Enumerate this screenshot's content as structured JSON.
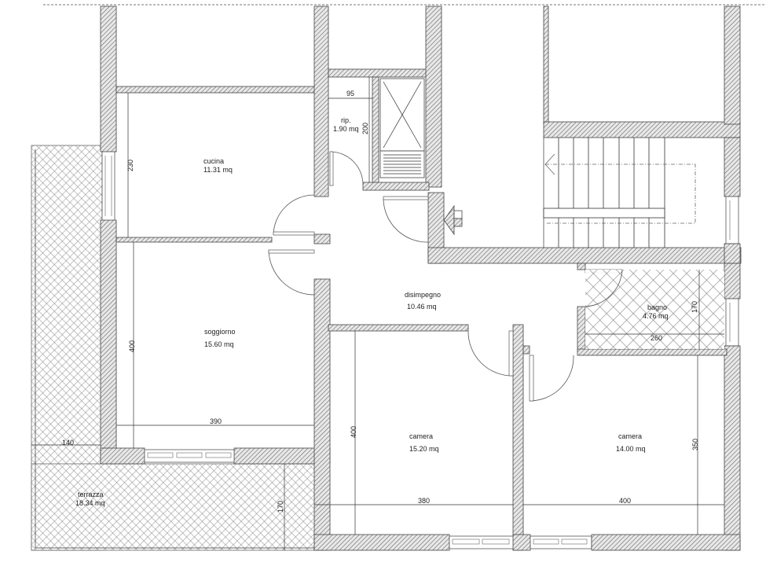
{
  "plan": {
    "rooms": [
      {
        "id": "cucina",
        "name": "cucina",
        "area": "11.31 mq"
      },
      {
        "id": "ripostiglio",
        "name": "rip.",
        "area": "1.90 mq"
      },
      {
        "id": "soggiorno",
        "name": "soggiorno",
        "area": "15.60 mq"
      },
      {
        "id": "disimpegno",
        "name": "disimpegno",
        "area": "10.46 mq"
      },
      {
        "id": "bagno",
        "name": "bagno",
        "area": "4.76 mq"
      },
      {
        "id": "camera1",
        "name": "camera",
        "area": "15.20 mq"
      },
      {
        "id": "camera2",
        "name": "camera",
        "area": "14.00 mq"
      },
      {
        "id": "terrazza",
        "name": "terrazza",
        "area": "18.34 mq"
      }
    ],
    "dimensions": {
      "rip_width": "95",
      "rip_height": "200",
      "cucina_height": "230",
      "soggiorno_height": "400",
      "soggiorno_width": "390",
      "bagno_width": "260",
      "bagno_height": "170",
      "camera1_height": "400",
      "camera1_width": "380",
      "camera2_width": "400",
      "camera2_height": "350",
      "terrazza_width": "140",
      "terrazza_height": "170"
    },
    "colors": {
      "wall_hatch": "#555555",
      "line": "#333333",
      "background": "#ffffff"
    }
  }
}
